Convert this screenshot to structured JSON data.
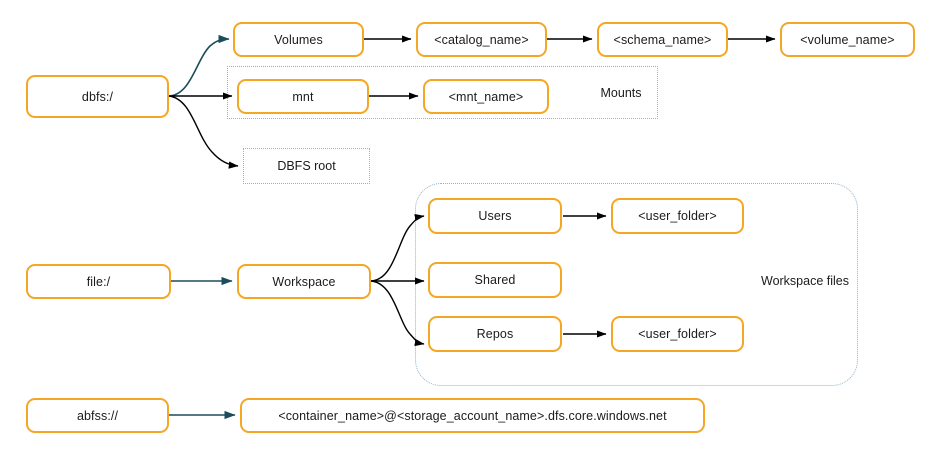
{
  "diagram": {
    "title": "Databricks file system URI scheme diagram",
    "colors": {
      "node_border": "#F5A623",
      "group_border": "#8FB3C7",
      "arrow_black": "#000000",
      "arrow_teal": "#1B4D5C",
      "text": "#1b1b1b",
      "background": "#ffffff"
    },
    "nodes": {
      "dbfs_root_uri": "dbfs:/",
      "volumes": "Volumes",
      "catalog_name": "<catalog_name>",
      "schema_name": "<schema_name>",
      "volume_name": "<volume_name>",
      "mnt": "mnt",
      "mnt_name": "<mnt_name>",
      "dbfs_root": "DBFS root",
      "file_uri": "file:/",
      "workspace": "Workspace",
      "users": "Users",
      "users_folder": "<user_folder>",
      "shared": "Shared",
      "repos": "Repos",
      "repos_folder": "<user_folder>",
      "abfss_uri": "abfss://",
      "abfss_path": "<container_name>@<storage_account_name>.dfs.core.windows.net"
    },
    "groups": {
      "mounts": "Mounts",
      "workspace_files": "Workspace files"
    }
  }
}
